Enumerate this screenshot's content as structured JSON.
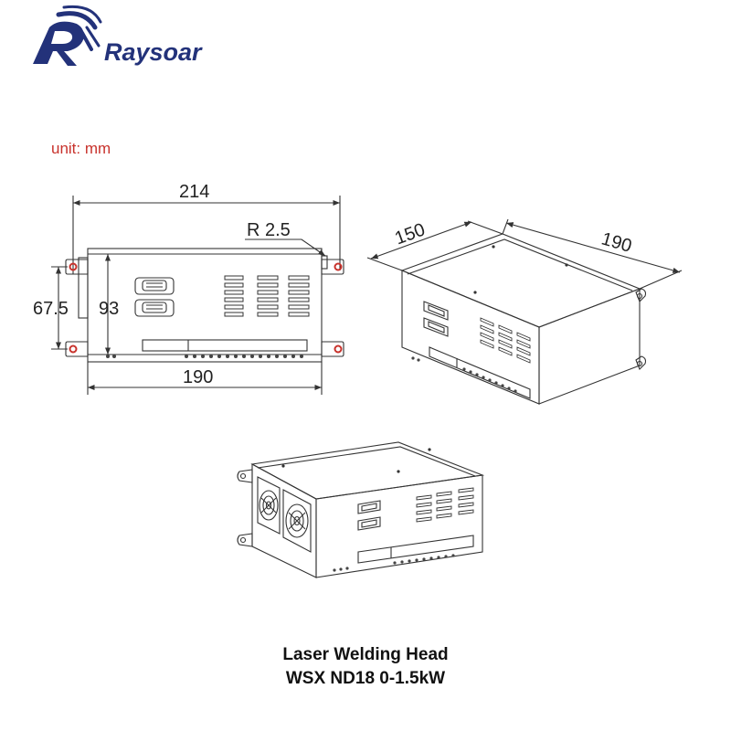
{
  "brand": {
    "name": "Raysoar",
    "color": "#23327a"
  },
  "unit_note": {
    "text": "unit: mm",
    "color": "#c8322c"
  },
  "front_view": {
    "overall_width": "214",
    "corner_radius": "R 2.5",
    "body_width": "190",
    "mount_spacing": "67.5",
    "height": "93"
  },
  "iso_view": {
    "depth": "150",
    "width": "190"
  },
  "caption": {
    "line1": "Laser Welding Head",
    "line2": "WSX ND18 0-1.5kW"
  }
}
